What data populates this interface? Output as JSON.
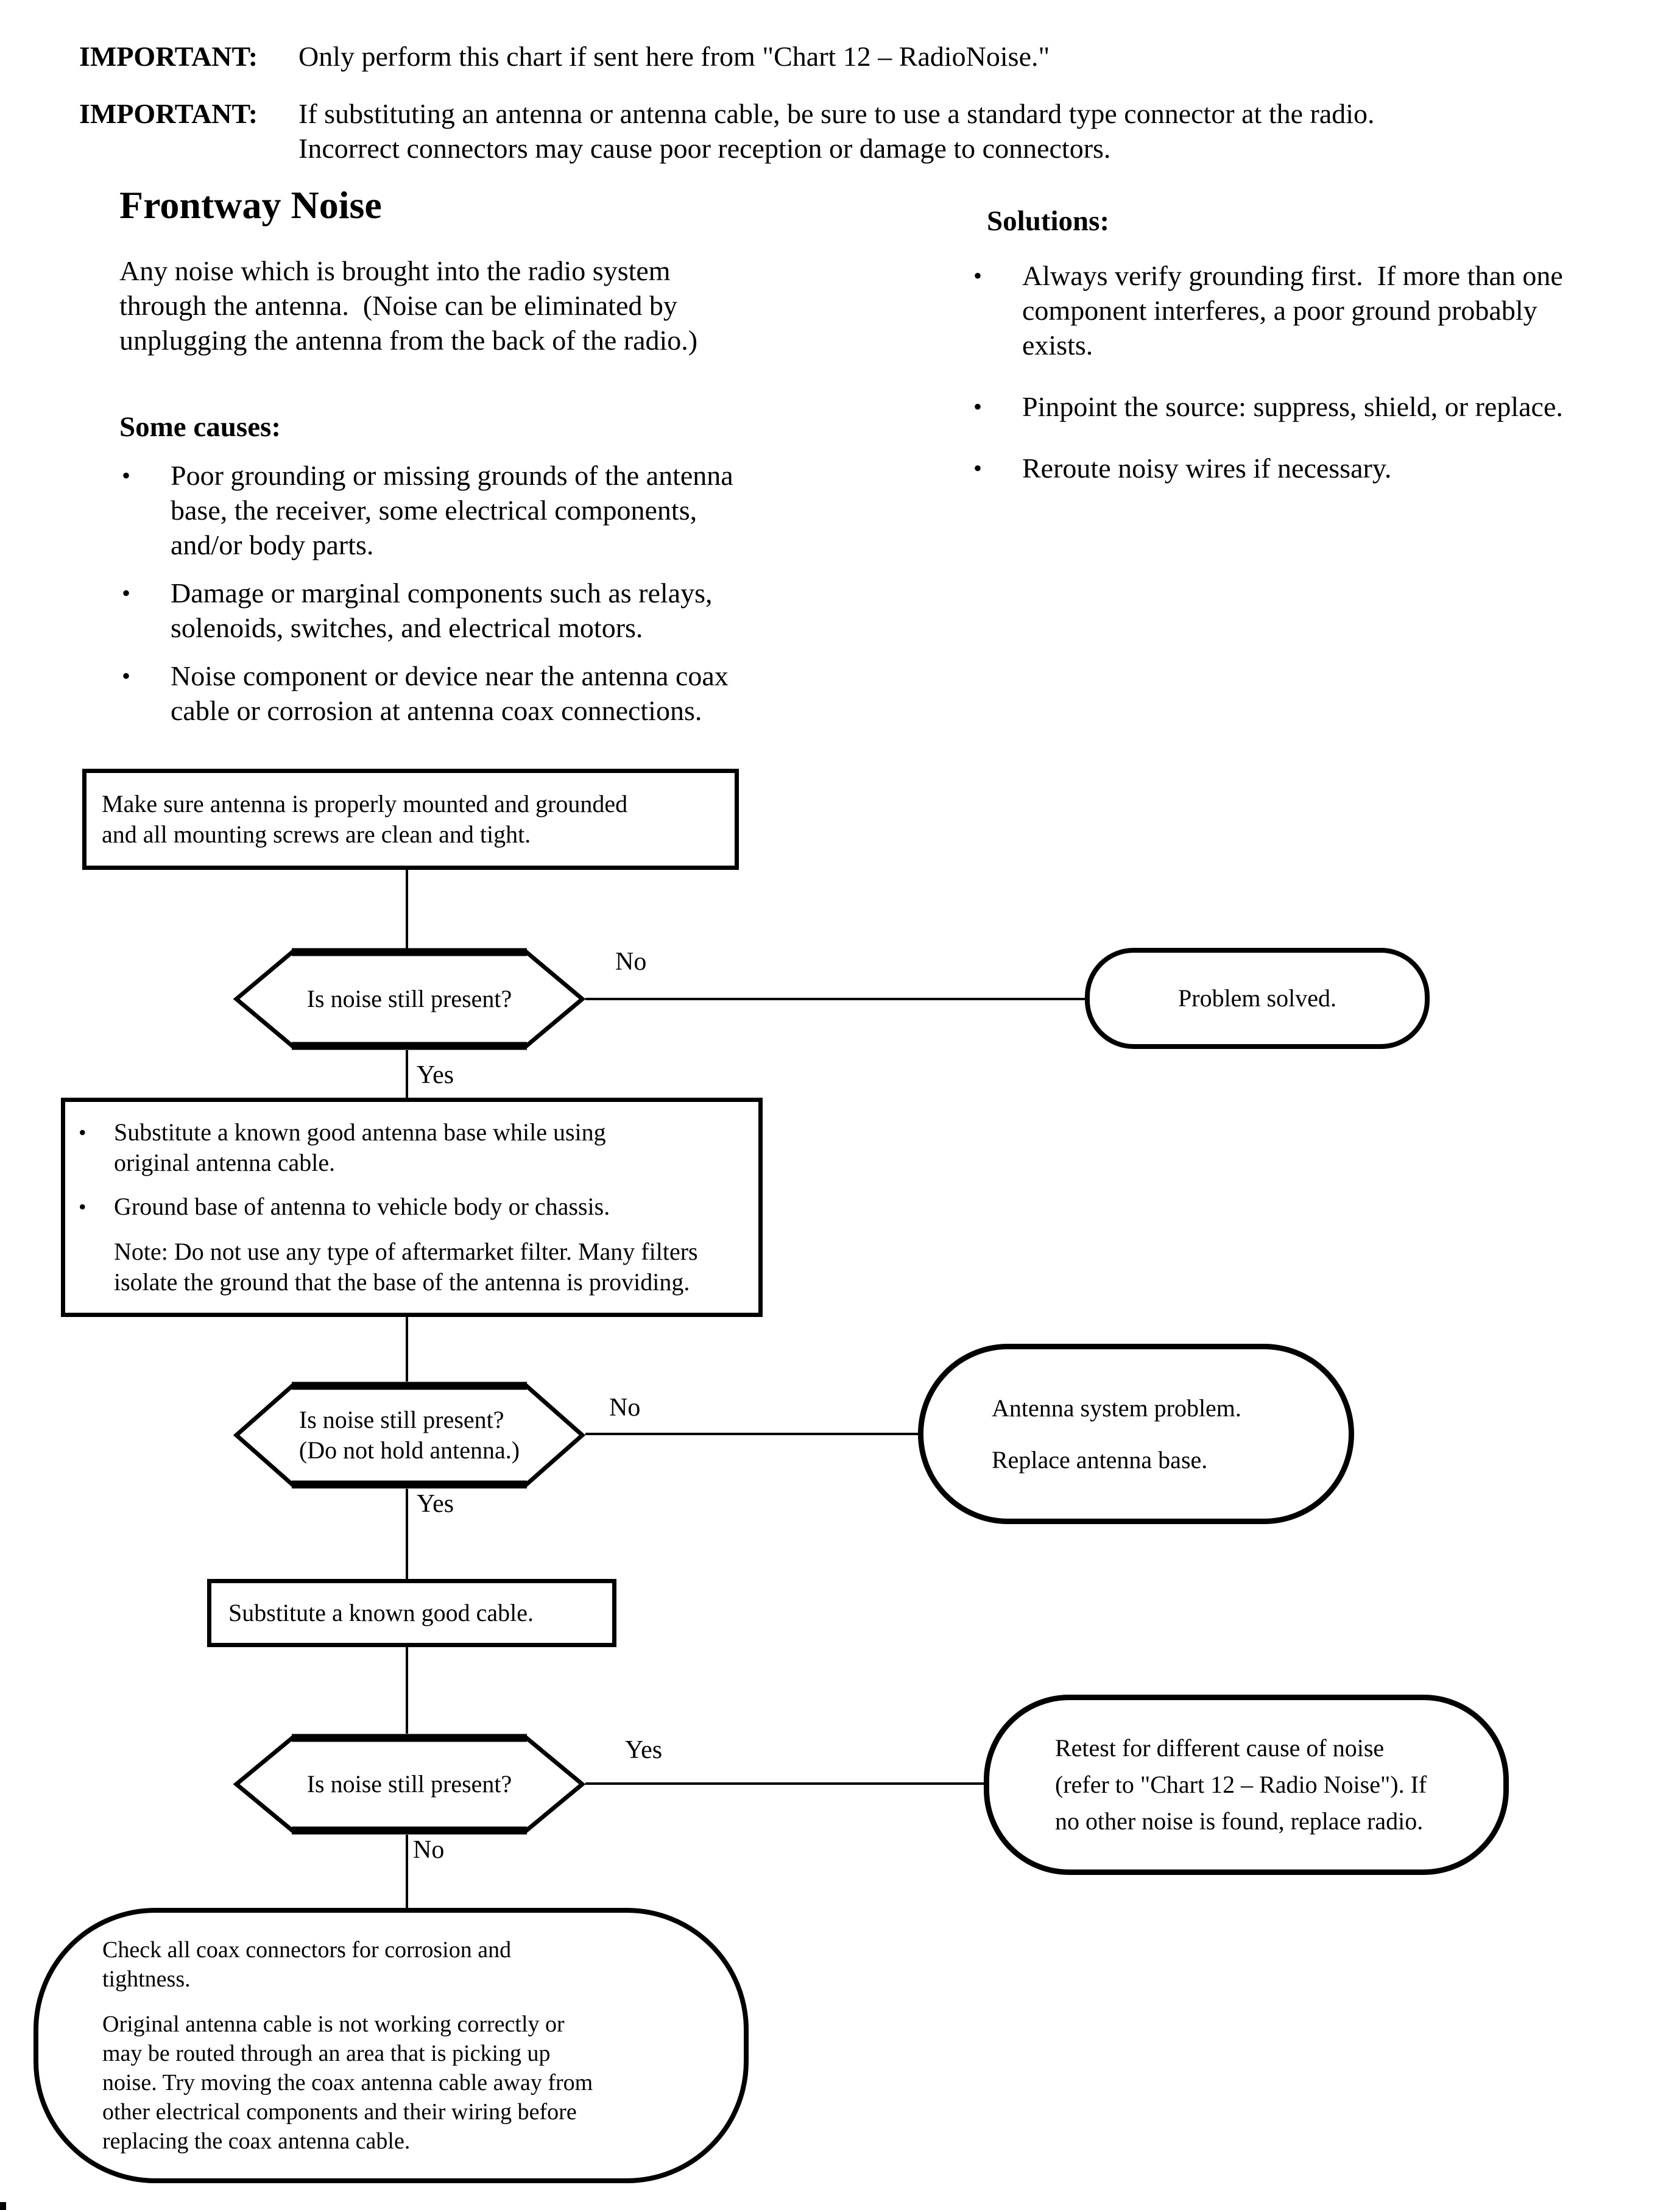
{
  "glyphs": {
    "bullet": "•"
  },
  "labels": {
    "yes": "Yes",
    "no": "No"
  },
  "header": {
    "important_label": "IMPORTANT:",
    "important1": "Only perform this chart if sent here from \"Chart 12 – RadioNoise.\"",
    "important2": [
      "If substituting an antenna or antenna cable, be sure to use a standard type connector at the radio.",
      "Incorrect connectors may cause poor reception or damage to connectors."
    ]
  },
  "overview": {
    "title": "Frontway Noise",
    "intro": [
      "Any noise which is brought into the radio system",
      "through the antenna.  (Noise can be eliminated by",
      "unplugging the antenna from the back of the radio.)"
    ],
    "causes_heading": "Some causes:",
    "causes": [
      {
        "lines": [
          "Poor grounding or missing grounds of the antenna",
          "base, the receiver, some electrical components,",
          "and/or body parts."
        ]
      },
      {
        "lines": [
          "Damage or marginal components such as relays,",
          "solenoids, switches, and electrical motors."
        ]
      },
      {
        "lines": [
          "Noise component or device near the antenna coax",
          "cable or corrosion at antenna coax connections."
        ]
      }
    ],
    "solutions_heading": "Solutions:",
    "solutions": [
      {
        "lines": [
          "Always verify grounding first.  If more than one",
          "component interferes, a poor ground probably",
          "exists."
        ]
      },
      {
        "lines": [
          "Pinpoint the source: suppress, shield, or replace."
        ]
      },
      {
        "lines": [
          "Reroute noisy wires if necessary."
        ]
      }
    ]
  },
  "flowchart": {
    "step1": [
      "Make sure antenna is properly mounted and grounded",
      "and all mounting screws are clean and tight."
    ],
    "decision1": "Is noise still present?",
    "terminal_solved": "Problem solved.",
    "step2": {
      "bullets": [
        {
          "lines": [
            "Substitute a known good antenna base while using",
            "original antenna cable."
          ]
        },
        {
          "lines": [
            "Ground base of antenna to vehicle body or chassis."
          ]
        }
      ],
      "note": [
        "Note: Do not use any type of aftermarket filter. Many filters",
        "isolate the ground that the base of the antenna is providing."
      ]
    },
    "decision2": [
      "Is noise still present?",
      "(Do not hold antenna.)"
    ],
    "terminal_antenna": [
      "Antenna system problem.",
      "Replace antenna base."
    ],
    "step3": "Substitute a known good cable.",
    "decision3": "Is noise still present?",
    "terminal_retest": [
      "Retest for different cause of noise",
      "(refer to \"Chart 12 – Radio Noise\"). If",
      "no other noise is found, replace radio."
    ],
    "terminal_final": {
      "para1": [
        "Check all coax connectors for corrosion and",
        "tightness."
      ],
      "para2": [
        "Original antenna cable is not working correctly or",
        "may be routed through an area that is picking up",
        "noise. Try moving the coax antenna cable away from",
        "other electrical components and their wiring before",
        "replacing the coax antenna cable."
      ]
    }
  }
}
